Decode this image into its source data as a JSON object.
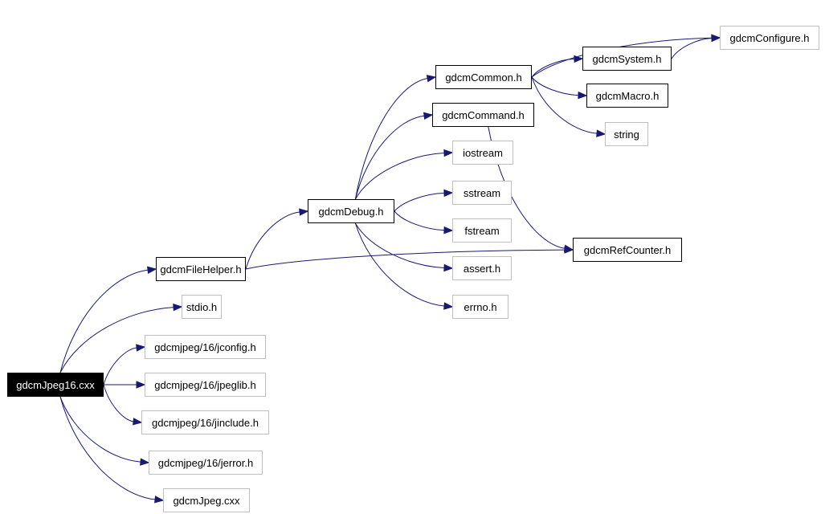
{
  "graph": {
    "root": "gdcmJpeg16.cxx",
    "nodes": [
      {
        "id": "gdcmJpeg16_cxx",
        "label": "gdcmJpeg16.cxx",
        "kind": "root"
      },
      {
        "id": "gdcmFileHelper_h",
        "label": "gdcmFileHelper.h",
        "kind": "documented"
      },
      {
        "id": "stdio_h",
        "label": "stdio.h",
        "kind": "external"
      },
      {
        "id": "jconfig_h",
        "label": "gdcmjpeg/16/jconfig.h",
        "kind": "external"
      },
      {
        "id": "jpeglib_h",
        "label": "gdcmjpeg/16/jpeglib.h",
        "kind": "external"
      },
      {
        "id": "jinclude_h",
        "label": "gdcmjpeg/16/jinclude.h",
        "kind": "external"
      },
      {
        "id": "jerror_h",
        "label": "gdcmjpeg/16/jerror.h",
        "kind": "external"
      },
      {
        "id": "gdcmJpeg_cxx",
        "label": "gdcmJpeg.cxx",
        "kind": "external"
      },
      {
        "id": "gdcmDebug_h",
        "label": "gdcmDebug.h",
        "kind": "documented"
      },
      {
        "id": "gdcmCommon_h",
        "label": "gdcmCommon.h",
        "kind": "documented"
      },
      {
        "id": "gdcmCommand_h",
        "label": "gdcmCommand.h",
        "kind": "documented"
      },
      {
        "id": "iostream",
        "label": "iostream",
        "kind": "external"
      },
      {
        "id": "sstream",
        "label": "sstream",
        "kind": "external"
      },
      {
        "id": "fstream",
        "label": "fstream",
        "kind": "external"
      },
      {
        "id": "assert_h",
        "label": "assert.h",
        "kind": "external"
      },
      {
        "id": "errno_h",
        "label": "errno.h",
        "kind": "external"
      },
      {
        "id": "gdcmConfigure_h",
        "label": "gdcmConfigure.h",
        "kind": "external"
      },
      {
        "id": "gdcmSystem_h",
        "label": "gdcmSystem.h",
        "kind": "documented"
      },
      {
        "id": "gdcmMacro_h",
        "label": "gdcmMacro.h",
        "kind": "documented"
      },
      {
        "id": "string",
        "label": "string",
        "kind": "external"
      },
      {
        "id": "gdcmRefCounter_h",
        "label": "gdcmRefCounter.h",
        "kind": "documented"
      }
    ],
    "edges": [
      [
        "gdcmJpeg16_cxx",
        "gdcmFileHelper_h"
      ],
      [
        "gdcmJpeg16_cxx",
        "stdio_h"
      ],
      [
        "gdcmJpeg16_cxx",
        "jconfig_h"
      ],
      [
        "gdcmJpeg16_cxx",
        "jpeglib_h"
      ],
      [
        "gdcmJpeg16_cxx",
        "jinclude_h"
      ],
      [
        "gdcmJpeg16_cxx",
        "jerror_h"
      ],
      [
        "gdcmJpeg16_cxx",
        "gdcmJpeg_cxx"
      ],
      [
        "gdcmFileHelper_h",
        "gdcmDebug_h"
      ],
      [
        "gdcmFileHelper_h",
        "gdcmRefCounter_h"
      ],
      [
        "gdcmDebug_h",
        "gdcmCommon_h"
      ],
      [
        "gdcmDebug_h",
        "gdcmCommand_h"
      ],
      [
        "gdcmDebug_h",
        "iostream"
      ],
      [
        "gdcmDebug_h",
        "sstream"
      ],
      [
        "gdcmDebug_h",
        "fstream"
      ],
      [
        "gdcmDebug_h",
        "assert_h"
      ],
      [
        "gdcmDebug_h",
        "errno_h"
      ],
      [
        "gdcmCommon_h",
        "gdcmConfigure_h"
      ],
      [
        "gdcmCommon_h",
        "gdcmSystem_h"
      ],
      [
        "gdcmCommon_h",
        "gdcmMacro_h"
      ],
      [
        "gdcmCommon_h",
        "string"
      ],
      [
        "gdcmSystem_h",
        "gdcmConfigure_h"
      ],
      [
        "gdcmCommand_h",
        "gdcmRefCounter_h"
      ]
    ],
    "colors": {
      "edge": "#191970",
      "root_fill": "#000000",
      "root_text": "#ffffff",
      "documented_border": "#000000",
      "external_border": "#bfbfbf"
    }
  }
}
